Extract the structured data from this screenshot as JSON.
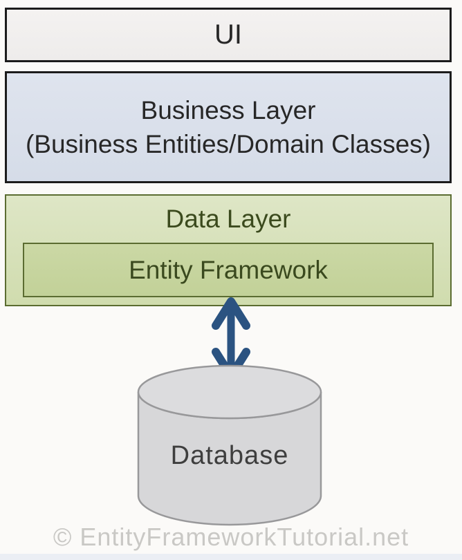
{
  "diagram": {
    "ui_layer": {
      "label": "UI"
    },
    "business_layer": {
      "title": "Business Layer",
      "subtitle": "(Business Entities/Domain Classes)"
    },
    "data_layer": {
      "title": "Data Layer",
      "entity_framework_label": "Entity Framework"
    },
    "database": {
      "label": "Database"
    },
    "connector": {
      "type": "double-headed-arrow",
      "orientation": "vertical"
    }
  },
  "colors": {
    "ui_box_fill": "#f1efee",
    "box_border_dark": "#1c1c1c",
    "business_box_fill": "#dae0ea",
    "data_box_fill": "#d5dfb6",
    "data_box_border": "#5b6c31",
    "entity_framework_fill": "#c6d49d",
    "data_text_green": "#3b4a1d",
    "arrow_blue": "#2b5381",
    "cylinder_fill": "#d7d7d9",
    "cylinder_stroke": "#98989a",
    "watermark_gray": "#c9c8c5"
  },
  "footer": {
    "watermark": "© EntityFrameworkTutorial.net"
  }
}
